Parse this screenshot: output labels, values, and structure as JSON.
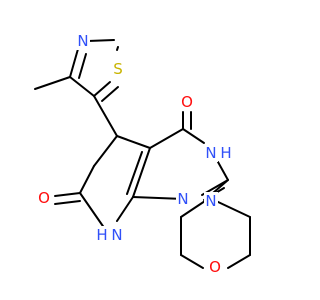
{
  "molecule": {
    "atoms": {
      "N_thiazole": "N",
      "S_thiazole": "S",
      "O_upper": "O",
      "N3": "N",
      "H3": "H",
      "O_lower": "O",
      "N8": "N",
      "H8": "H",
      "N1": "N",
      "N_morph": "N",
      "O_morph": "O"
    },
    "colors": {
      "carbon_bond": "#000000",
      "nitrogen": "#3050F8",
      "oxygen": "#FF0D0D",
      "sulfur": "#C8B400",
      "background": "#FFFFFF"
    }
  }
}
